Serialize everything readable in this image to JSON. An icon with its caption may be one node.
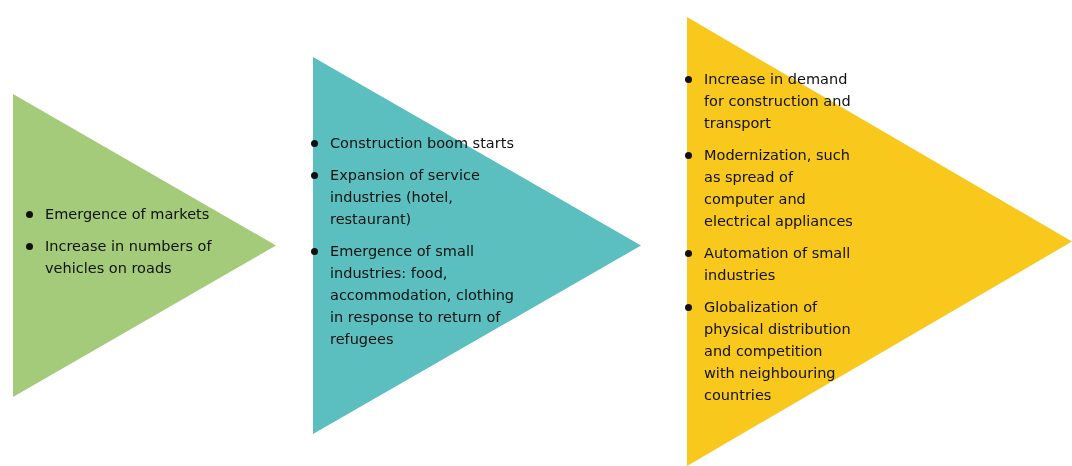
{
  "diagram": {
    "nodes": [
      {
        "text": [
          "Emergence of markets",
          "Increase in numbers of vehicles on roads"
        ]
      },
      {
        "text": [
          "Construction boom starts",
          "Expansion of service industries (hotel, restaurant)",
          "Emergence of small industries: food, accommodation, clothing in response to return of refugees"
        ]
      },
      {
        "text": [
          "Increase in demand for construction and transport",
          "Modernization, such as spread of computer and electrical appliances",
          "Automation of small industries",
          "Globalization of physical distribution and competition with neighbouring countries"
        ]
      }
    ],
    "edges": []
  }
}
